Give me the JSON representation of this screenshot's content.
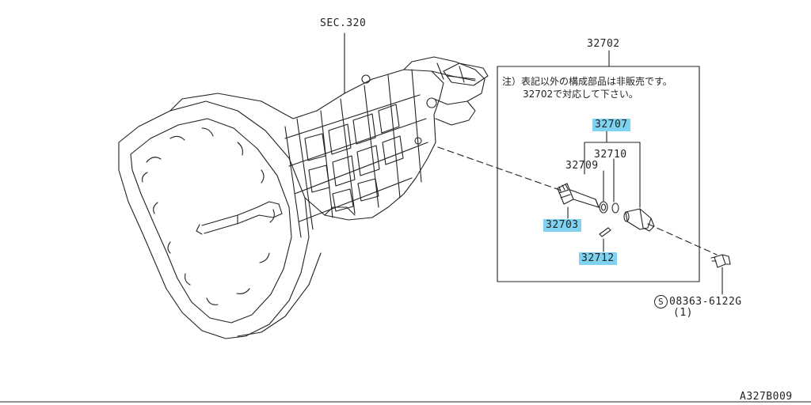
{
  "labels": {
    "sec": "SEC.320",
    "kit": "32702",
    "p32707": "32707",
    "p32710": "32710",
    "p32709": "32709",
    "p32703": "32703",
    "p32712": "32712",
    "bolt_part": "08363-6122G",
    "bolt_qty": "(1)",
    "drawing_id": "A327B009"
  },
  "note": {
    "line1": "注）表記以外の構成部品は非販売です。",
    "line2": "32702で対応して下さい。"
  },
  "symbols": {
    "standard_part": "S"
  },
  "colors": {
    "highlight": "#7fd3f0",
    "line": "#222222"
  }
}
